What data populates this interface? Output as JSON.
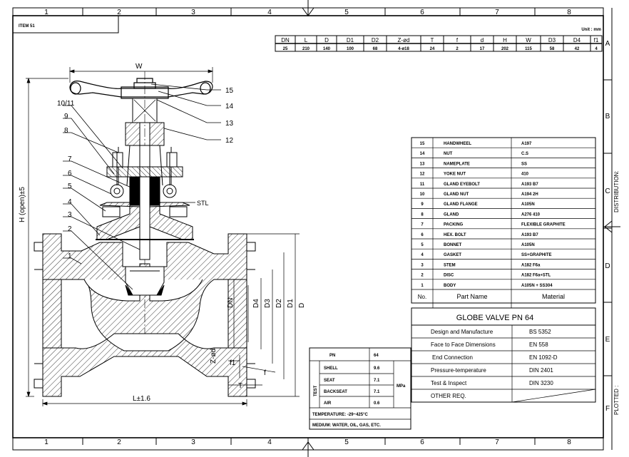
{
  "frame": {
    "col_numbers": [
      "1",
      "2",
      "3",
      "4",
      "5",
      "6",
      "7",
      "8"
    ],
    "row_letters": [
      "A",
      "B",
      "C",
      "D",
      "E",
      "F"
    ],
    "distribution_label": "DISTRIBUTION:",
    "plotted_label": "PLOTTED :"
  },
  "item_label": "ITEM 51",
  "unit_label": "Unit : mm",
  "dim_table": {
    "headers": [
      "DN",
      "L",
      "D",
      "D1",
      "D2",
      "Z-ød",
      "T",
      "f",
      "d",
      "H",
      "W",
      "D3",
      "D4",
      "f1"
    ],
    "values": [
      "25",
      "210",
      "140",
      "100",
      "68",
      "4-ø18",
      "24",
      "2",
      "17",
      "202",
      "115",
      "58",
      "42",
      "4"
    ]
  },
  "drawing": {
    "callouts": [
      "15",
      "14",
      "13",
      "12",
      "10/11",
      "9",
      "8",
      "7",
      "6",
      "5",
      "4",
      "3",
      "2",
      "1"
    ],
    "stl_label": "STL",
    "dims": {
      "w": "W",
      "h": "H (open)±5",
      "l": "L±1.6",
      "dn": "DN",
      "d4": "D4",
      "d3": "D3",
      "d2": "D2",
      "d1": "D1",
      "d": "D",
      "zd": "Z-ød",
      "f1": "f1",
      "f": "f",
      "t": "T"
    }
  },
  "parts": [
    {
      "no": "15",
      "name": "HANDWHEEL",
      "material": "A197"
    },
    {
      "no": "14",
      "name": "NUT",
      "material": "C.S"
    },
    {
      "no": "13",
      "name": "NAMEPLATE",
      "material": "SS"
    },
    {
      "no": "12",
      "name": "YOKE NUT",
      "material": "410"
    },
    {
      "no": "11",
      "name": "GLAND EYEBOLT",
      "material": "A193 B7"
    },
    {
      "no": "10",
      "name": "GLAND NUT",
      "material": "A194 2H"
    },
    {
      "no": "9",
      "name": "GLAND FLANGE",
      "material": "A105N"
    },
    {
      "no": "8",
      "name": "GLAND",
      "material": "A276 410"
    },
    {
      "no": "7",
      "name": "PACKING",
      "material": "FLEXIBLE GRAPHITE"
    },
    {
      "no": "6",
      "name": "HEX. BOLT",
      "material": "A193 B7"
    },
    {
      "no": "5",
      "name": "BONNET",
      "material": "A105N"
    },
    {
      "no": "4",
      "name": "GASKET",
      "material": "SS+GRAPHITE"
    },
    {
      "no": "3",
      "name": "STEM",
      "material": "A182 F6a"
    },
    {
      "no": "2",
      "name": "DISC",
      "material": "A182 F6a+STL"
    },
    {
      "no": "1",
      "name": "BODY",
      "material": "A105N + SS304"
    }
  ],
  "parts_header": {
    "no": "No.",
    "name": "Part Name",
    "material": "Material"
  },
  "title": "GLOBE VALVE  PN 64",
  "standards": [
    {
      "label": "Design and Manufacture",
      "value": "BS 5352"
    },
    {
      "label": "Face to Face Dimensions",
      "value": "EN 558"
    },
    {
      "label": "End Connection",
      "value": "EN 1092-D"
    },
    {
      "label": "Pressure-temperature",
      "value": "DIN 2401"
    },
    {
      "label": "Test & Inspect",
      "value": "DIN 3230"
    },
    {
      "label": "OTHER REQ.",
      "value": ""
    }
  ],
  "test_table": {
    "pn_label": "PN",
    "pn_value": "64",
    "side_label": "TEST",
    "unit": "MPa",
    "rows": [
      {
        "label": "SHELL",
        "value": "9.6"
      },
      {
        "label": "SEAT",
        "value": "7.1"
      },
      {
        "label": "BACKSEAT",
        "value": "7.1"
      },
      {
        "label": "AIR",
        "value": "0.6"
      }
    ],
    "temperature": "TEMPERATURE: -29~425°C",
    "medium": "MEDIUM: WATER, OIL, GAS, ETC."
  }
}
